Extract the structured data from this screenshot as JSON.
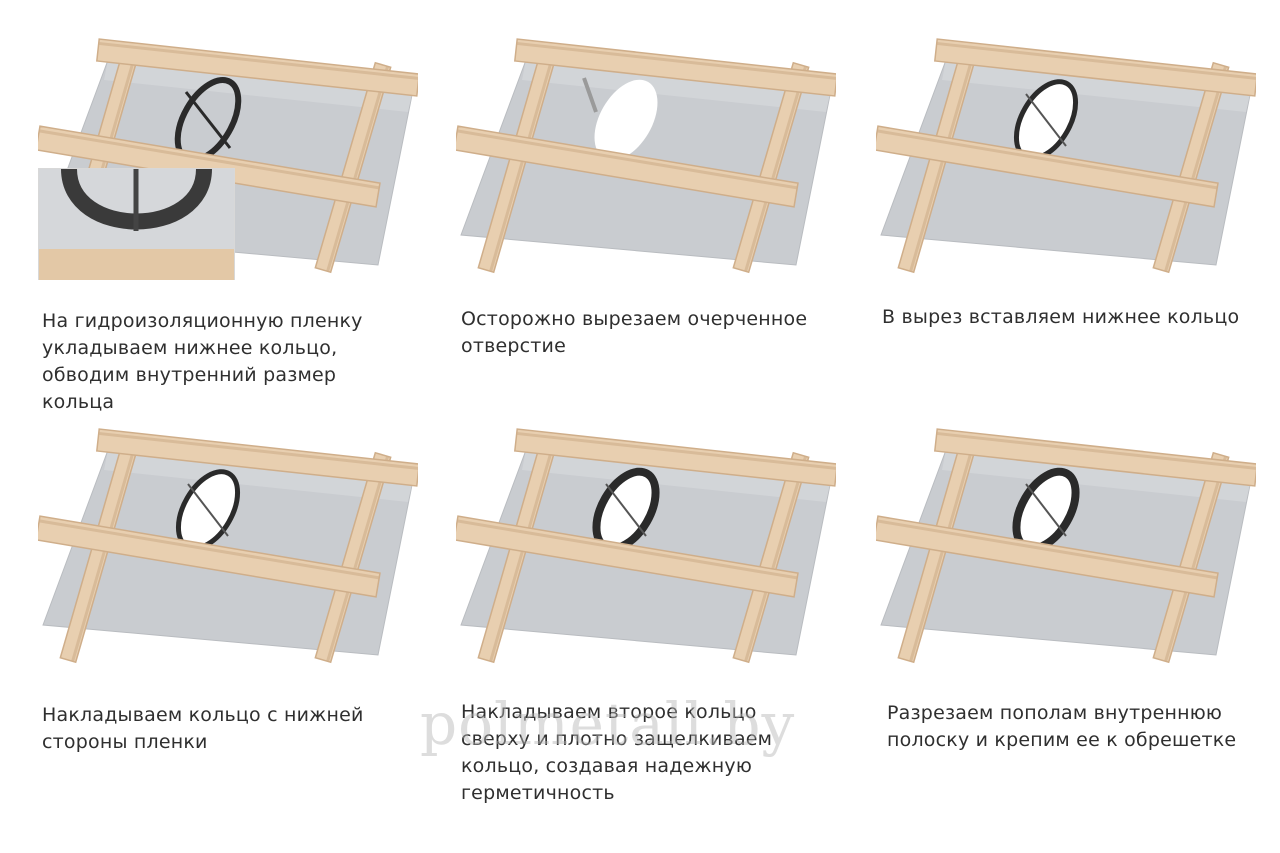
{
  "steps": [
    {
      "caption": "На гидроизоляционную пленку\nукладываем нижнее кольцо,\nобводим внутренний размер\nкольца",
      "ring": "outline"
    },
    {
      "caption": "Осторожно вырезаем очерченное\nотверстие",
      "ring": "cut"
    },
    {
      "caption": "В вырез вставляем нижнее кольцо",
      "ring": "inserted"
    },
    {
      "caption": "Накладываем кольцо с нижней\nстороны пленки",
      "ring": "under"
    },
    {
      "caption": "Накладываем второе кольцо\nсверху и плотно защелкиваем\nкольцо, создавая надежную\nгерметичность",
      "ring": "top"
    },
    {
      "caption": "Разрезаем пополам внутреннюю\nполоску и крепим ее к обрешетке",
      "ring": "strip"
    }
  ],
  "watermark": "polmetall.by",
  "colors": {
    "membrane": "#c9ccd0",
    "wood": "#e8cfb0",
    "wood_shade": "#cfae8a",
    "ring": "#2a2a2a",
    "caption": "#2f2f2f"
  }
}
